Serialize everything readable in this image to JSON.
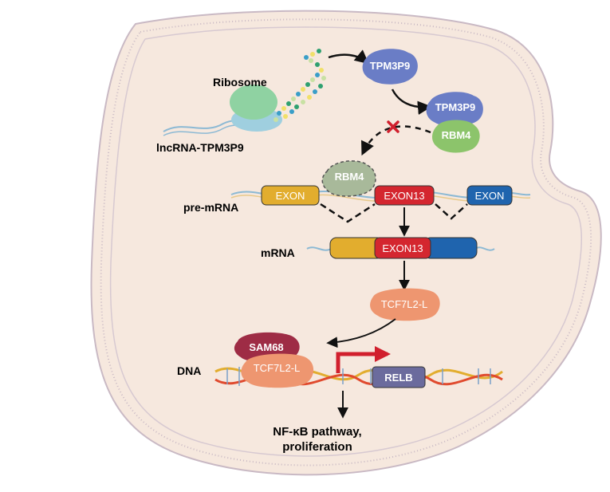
{
  "labels": {
    "ribosome": "Ribosome",
    "lncrna": "lncRNA-TPM3P9",
    "tpm3p9_top": "TPM3P9",
    "tpm3p9_complex": "TPM3P9",
    "rbm4_complex": "RBM4",
    "rbm4_bound": "RBM4",
    "exon_left": "EXON",
    "exon13_pre": "EXON13",
    "exon_right": "EXON",
    "pre_mrna": "pre-mRNA",
    "mrna": "mRNA",
    "exon13_mrna": "EXON13",
    "tcf7l2_free": "TCF7L2-L",
    "sam68": "SAM68",
    "tcf7l2_bound": "TCF7L2-L",
    "dna": "DNA",
    "relb": "RELB",
    "outcome_line1": "NF-κB pathway,",
    "outcome_line2": "proliferation"
  },
  "colors": {
    "cell_fill": "#f6e8de",
    "membrane": "#c9b9c4",
    "tpm3p9": "#6a7dc6",
    "rbm4": "#8cc46b",
    "rbm4_bound": "#a8b99a",
    "exon_yellow": "#e2ad2e",
    "exon_red": "#d4262f",
    "exon_blue": "#1f64ae",
    "tcf7l2": "#ee9670",
    "sam68": "#9e2c45",
    "relb": "#6b6b9d",
    "arrow_red": "#d11f2d"
  }
}
